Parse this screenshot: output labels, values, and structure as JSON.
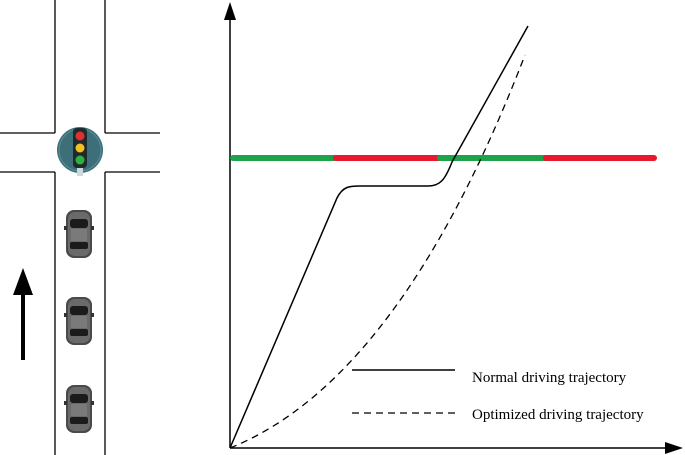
{
  "legend": {
    "normal_label": "Normal driving trajectory",
    "optimized_label": "Optimized driving trajectory"
  },
  "icons": {
    "traffic_light": "traffic-light-icon",
    "car": "car-icon",
    "direction_arrow": "arrow-up-icon"
  },
  "colors": {
    "green_phase": "#1fa34a",
    "red_phase": "#e8192c",
    "traffic_light_body": "#3d6f78",
    "light_red": "#e03030",
    "light_yellow": "#f0c020",
    "light_green": "#30b040"
  },
  "signal_phases": [
    "green",
    "red",
    "green",
    "red"
  ]
}
